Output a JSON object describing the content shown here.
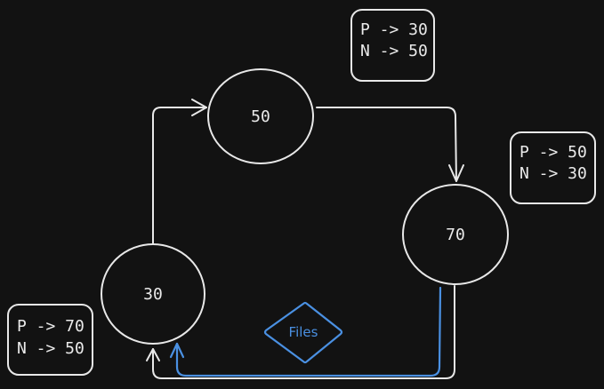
{
  "nodes": {
    "n30": {
      "label": "30"
    },
    "n50": {
      "label": "50"
    },
    "n70": {
      "label": "70"
    }
  },
  "notes": {
    "top": {
      "line1": "P -> 30",
      "line2": "N -> 50"
    },
    "right": {
      "line1": "P -> 50",
      "line2": "N -> 30"
    },
    "left": {
      "line1": "P -> 70",
      "line2": "N -> 50"
    }
  },
  "files": {
    "label": "Files"
  },
  "colors": {
    "background": "#121212",
    "stroke": "#e8e8e8",
    "accent": "#4a90e2"
  }
}
